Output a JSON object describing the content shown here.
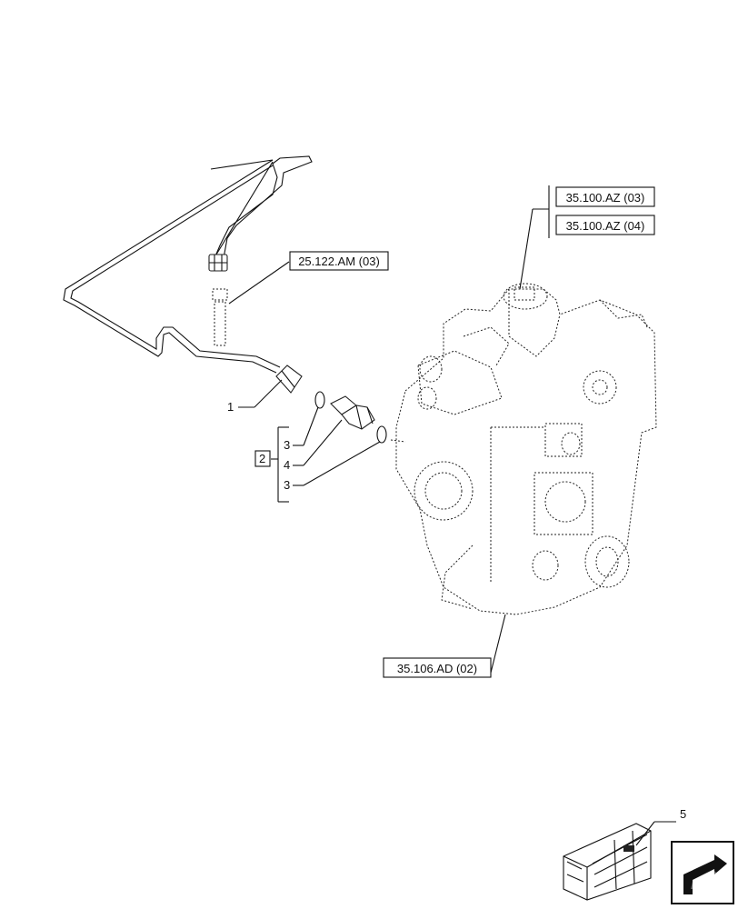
{
  "references": {
    "ref_pipe_fitting": "25.122.AM (03)",
    "ref_valve_1": "35.100.AZ (03)",
    "ref_valve_2": "35.100.AZ (04)",
    "ref_pump": "35.106.AD (02)"
  },
  "callouts": {
    "pipe": "1",
    "kit": "2",
    "seal_top": "3",
    "adapter": "4",
    "seal_bottom": "3",
    "crate": "5"
  },
  "icons": {
    "kit_crate": "crate-icon",
    "nav": "next-page-arrow-icon"
  }
}
